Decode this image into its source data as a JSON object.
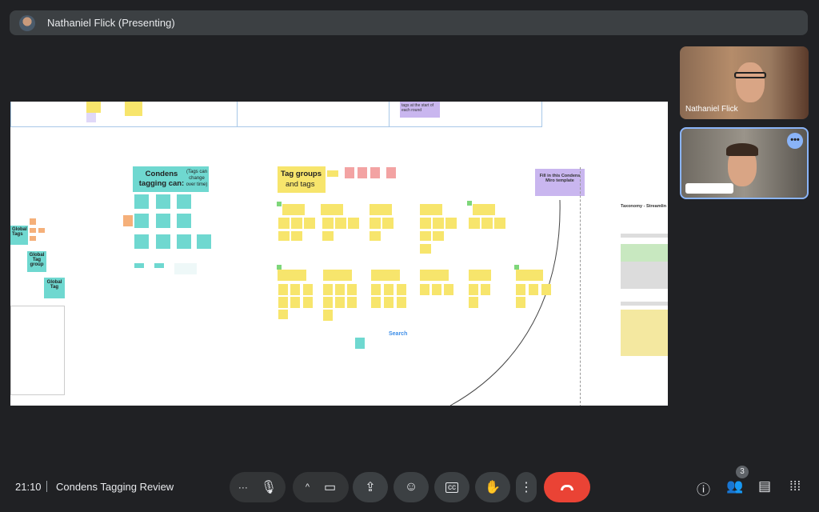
{
  "header": {
    "presenter": "Nathaniel Flick (Presenting)"
  },
  "board": {
    "condens_title": "Condens tagging can:",
    "condens_note": "(Tags can change over time)",
    "tag_groups_bold": "Tag groups",
    "tag_groups_rest": "and tags",
    "fill_template": "Fill in this Condens Miro template",
    "global_tags": "Global Tags",
    "global_tag_group": "Global Tag group",
    "global_tag": "Global Tag",
    "search": "Search",
    "taxonomy": "Taxonomy - Streamlin",
    "tags_round": "tags at the start of each round"
  },
  "participants": [
    {
      "name": "Nathaniel Flick"
    },
    {
      "name": ""
    }
  ],
  "footer": {
    "time": "21:10",
    "meeting": "Condens Tagging Review",
    "people_count": "3"
  }
}
